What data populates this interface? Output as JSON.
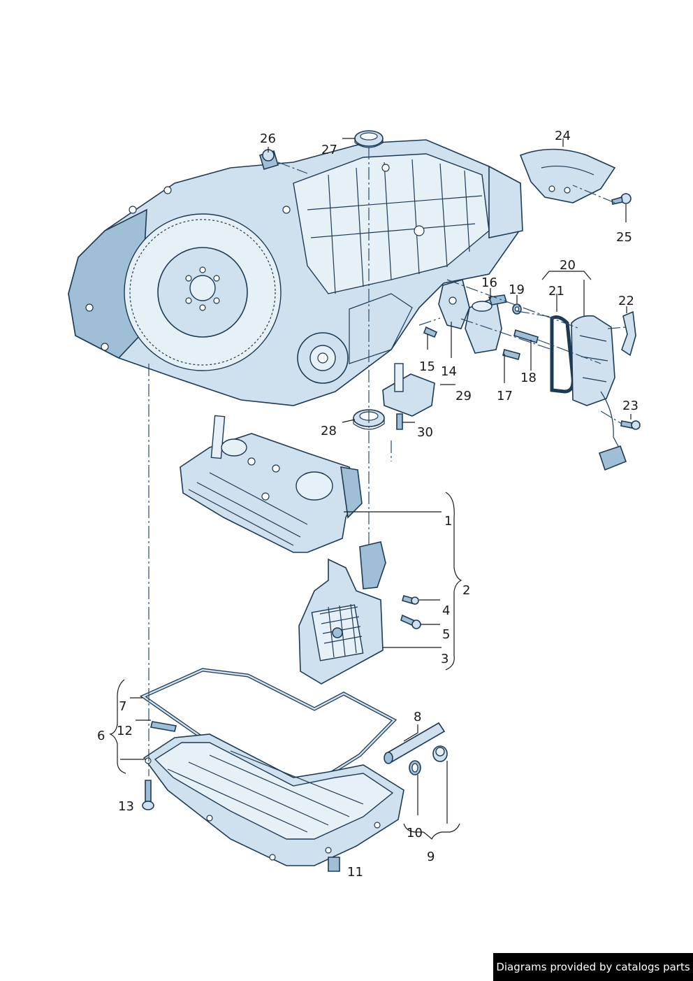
{
  "callouts": {
    "c1": "1",
    "c2": "2",
    "c3": "3",
    "c4": "4",
    "c5": "5",
    "c6": "6",
    "c7": "7",
    "c8": "8",
    "c9": "9",
    "c10": "10",
    "c11": "11",
    "c12": "12",
    "c13": "13",
    "c14": "14",
    "c15": "15",
    "c16": "16",
    "c17": "17",
    "c18": "18",
    "c19": "19",
    "c20": "20",
    "c21": "21",
    "c22": "22",
    "c23": "23",
    "c24": "24",
    "c25": "25",
    "c26": "26",
    "c27": "27",
    "c28": "28",
    "c29": "29",
    "c30": "30"
  },
  "credit": {
    "text": "Diagrams provided by catalogs parts"
  },
  "colors": {
    "outline": "#1d3a55",
    "fill": "#cfe1ee",
    "shade": "#9fbfd6",
    "credit_bg": "#000000"
  }
}
